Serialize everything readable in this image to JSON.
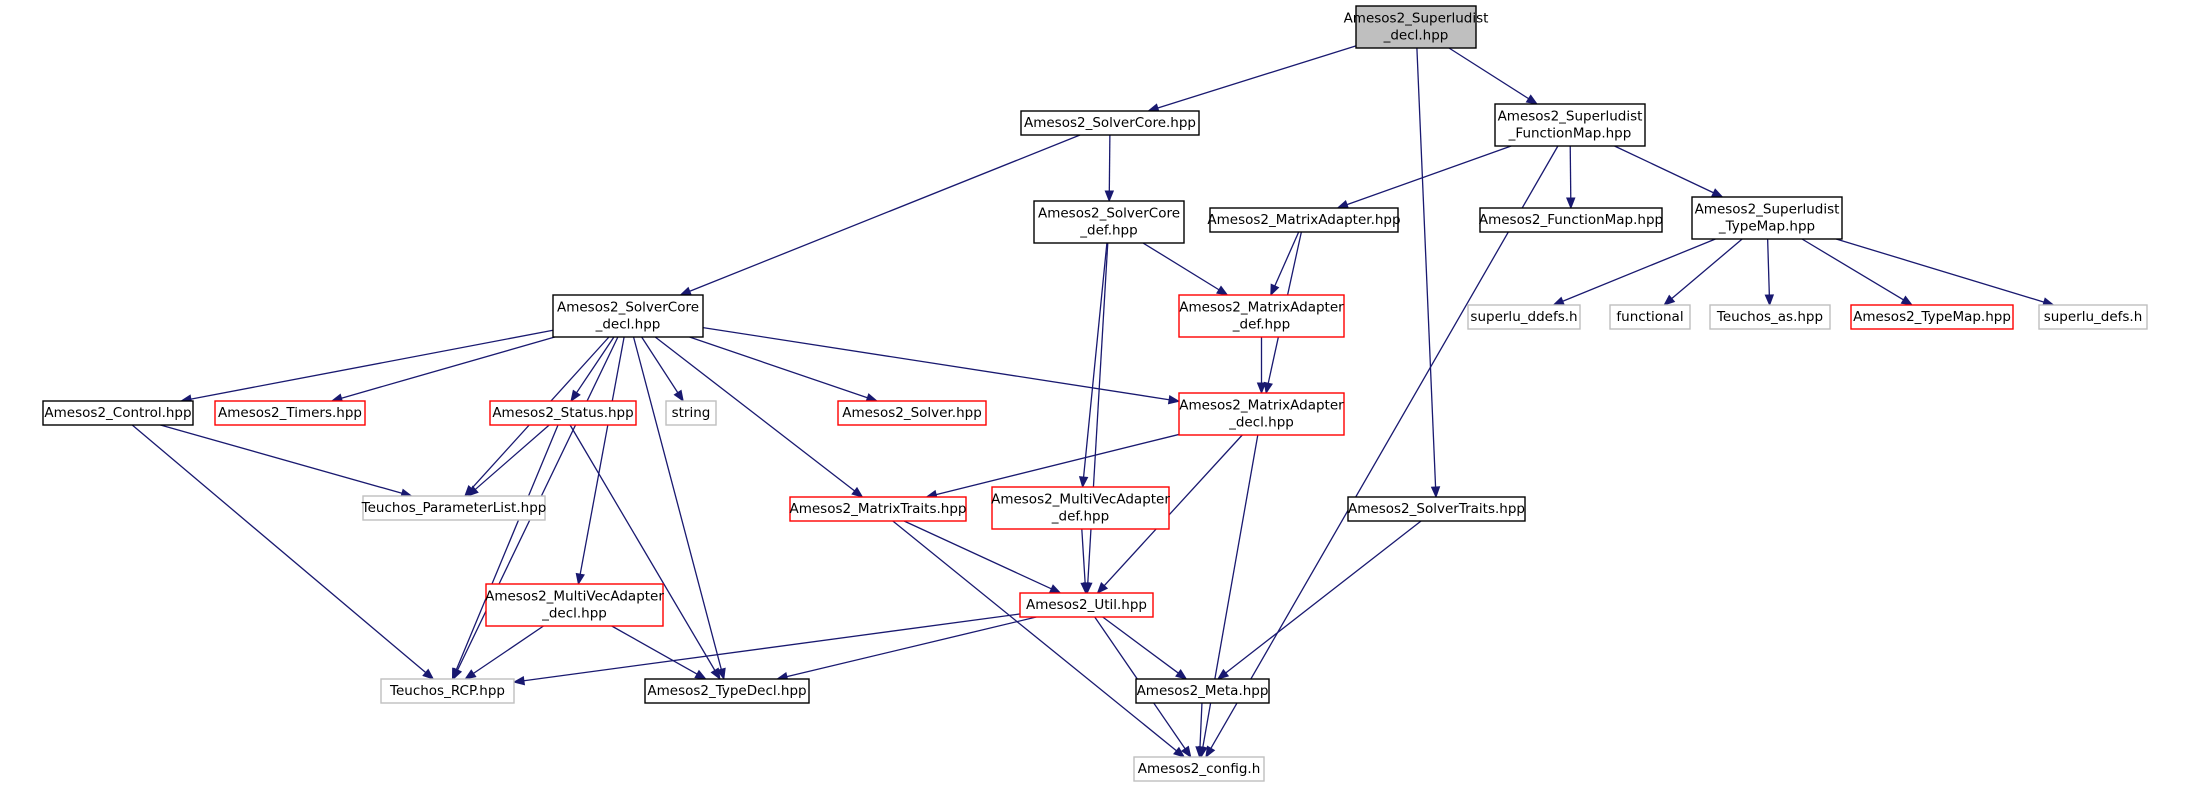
{
  "colors": {
    "edge": "#191970",
    "root_fill": "#bfbfbf",
    "doc_border": "#000000",
    "undoc_border": "#ff0000",
    "external_border": "#bfbfbf",
    "node_fill": "#ffffff"
  },
  "nodes": {
    "superludist_decl": {
      "lines": [
        "Amesos2_Superludist",
        "_decl.hpp"
      ],
      "kind": "root"
    },
    "solvercore": {
      "lines": [
        "Amesos2_SolverCore.hpp"
      ],
      "kind": "doc"
    },
    "superludist_functionmap": {
      "lines": [
        "Amesos2_Superludist",
        "_FunctionMap.hpp"
      ],
      "kind": "doc"
    },
    "solvercore_def": {
      "lines": [
        "Amesos2_SolverCore",
        "_def.hpp"
      ],
      "kind": "doc"
    },
    "matrixadapter": {
      "lines": [
        "Amesos2_MatrixAdapter.hpp"
      ],
      "kind": "doc"
    },
    "functionmap": {
      "lines": [
        "Amesos2_FunctionMap.hpp"
      ],
      "kind": "doc"
    },
    "superludist_typemap": {
      "lines": [
        "Amesos2_Superludist",
        "_TypeMap.hpp"
      ],
      "kind": "doc"
    },
    "solvercore_decl": {
      "lines": [
        "Amesos2_SolverCore",
        "_decl.hpp"
      ],
      "kind": "doc"
    },
    "matrixadapter_def": {
      "lines": [
        "Amesos2_MatrixAdapter",
        "_def.hpp"
      ],
      "kind": "undoc"
    },
    "superlu_ddefs": {
      "lines": [
        "superlu_ddefs.h"
      ],
      "kind": "external"
    },
    "functional": {
      "lines": [
        "functional"
      ],
      "kind": "external"
    },
    "teuchos_as": {
      "lines": [
        "Teuchos_as.hpp"
      ],
      "kind": "external"
    },
    "typemap": {
      "lines": [
        "Amesos2_TypeMap.hpp"
      ],
      "kind": "undoc"
    },
    "superlu_defs": {
      "lines": [
        "superlu_defs.h"
      ],
      "kind": "external"
    },
    "control": {
      "lines": [
        "Amesos2_Control.hpp"
      ],
      "kind": "doc"
    },
    "timers": {
      "lines": [
        "Amesos2_Timers.hpp"
      ],
      "kind": "undoc"
    },
    "status": {
      "lines": [
        "Amesos2_Status.hpp"
      ],
      "kind": "undoc"
    },
    "string": {
      "lines": [
        "string"
      ],
      "kind": "external"
    },
    "solver": {
      "lines": [
        "Amesos2_Solver.hpp"
      ],
      "kind": "undoc"
    },
    "matrixadapter_decl": {
      "lines": [
        "Amesos2_MatrixAdapter",
        "_decl.hpp"
      ],
      "kind": "undoc"
    },
    "parameterlist": {
      "lines": [
        "Teuchos_ParameterList.hpp"
      ],
      "kind": "external"
    },
    "matrixtraits": {
      "lines": [
        "Amesos2_MatrixTraits.hpp"
      ],
      "kind": "undoc"
    },
    "multivecadapter_def": {
      "lines": [
        "Amesos2_MultiVecAdapter",
        "_def.hpp"
      ],
      "kind": "undoc"
    },
    "solvertraits": {
      "lines": [
        "Amesos2_SolverTraits.hpp"
      ],
      "kind": "doc"
    },
    "multivecadapter_decl": {
      "lines": [
        "Amesos2_MultiVecAdapter",
        "_decl.hpp"
      ],
      "kind": "undoc"
    },
    "util": {
      "lines": [
        "Amesos2_Util.hpp"
      ],
      "kind": "undoc"
    },
    "teuchos_rcp": {
      "lines": [
        "Teuchos_RCP.hpp"
      ],
      "kind": "external"
    },
    "typedecl": {
      "lines": [
        "Amesos2_TypeDecl.hpp"
      ],
      "kind": "doc"
    },
    "meta": {
      "lines": [
        "Amesos2_Meta.hpp"
      ],
      "kind": "doc"
    },
    "config": {
      "lines": [
        "Amesos2_config.h"
      ],
      "kind": "external"
    }
  },
  "edges": [
    [
      "superludist_decl",
      "solvercore"
    ],
    [
      "superludist_decl",
      "superludist_functionmap"
    ],
    [
      "superludist_decl",
      "solvertraits"
    ],
    [
      "solvercore",
      "solvercore_decl"
    ],
    [
      "solvercore",
      "solvercore_def"
    ],
    [
      "superludist_functionmap",
      "matrixadapter"
    ],
    [
      "superludist_functionmap",
      "functionmap"
    ],
    [
      "superludist_functionmap",
      "superludist_typemap"
    ],
    [
      "superludist_functionmap",
      "config"
    ],
    [
      "solvercore_def",
      "matrixadapter_def"
    ],
    [
      "solvercore_def",
      "multivecadapter_def"
    ],
    [
      "solvercore_def",
      "util"
    ],
    [
      "matrixadapter",
      "matrixadapter_def"
    ],
    [
      "matrixadapter",
      "matrixadapter_decl"
    ],
    [
      "superludist_typemap",
      "superlu_ddefs"
    ],
    [
      "superludist_typemap",
      "functional"
    ],
    [
      "superludist_typemap",
      "teuchos_as"
    ],
    [
      "superludist_typemap",
      "typemap"
    ],
    [
      "superludist_typemap",
      "superlu_defs"
    ],
    [
      "matrixadapter_def",
      "matrixadapter_decl"
    ],
    [
      "solvercore_decl",
      "control"
    ],
    [
      "solvercore_decl",
      "timers"
    ],
    [
      "solvercore_decl",
      "status"
    ],
    [
      "solvercore_decl",
      "string"
    ],
    [
      "solvercore_decl",
      "solver"
    ],
    [
      "solvercore_decl",
      "matrixadapter_decl"
    ],
    [
      "solvercore_decl",
      "parameterlist"
    ],
    [
      "solvercore_decl",
      "matrixtraits"
    ],
    [
      "solvercore_decl",
      "multivecadapter_decl"
    ],
    [
      "solvercore_decl",
      "teuchos_rcp"
    ],
    [
      "solvercore_decl",
      "typedecl"
    ],
    [
      "control",
      "parameterlist"
    ],
    [
      "control",
      "teuchos_rcp"
    ],
    [
      "status",
      "parameterlist"
    ],
    [
      "status",
      "teuchos_rcp"
    ],
    [
      "status",
      "typedecl"
    ],
    [
      "matrixadapter_decl",
      "matrixtraits"
    ],
    [
      "matrixadapter_decl",
      "util"
    ],
    [
      "matrixadapter_decl",
      "config"
    ],
    [
      "matrixtraits",
      "util"
    ],
    [
      "matrixtraits",
      "config"
    ],
    [
      "multivecadapter_def",
      "util"
    ],
    [
      "solvertraits",
      "meta"
    ],
    [
      "multivecadapter_decl",
      "teuchos_rcp"
    ],
    [
      "multivecadapter_decl",
      "typedecl"
    ],
    [
      "util",
      "teuchos_rcp"
    ],
    [
      "util",
      "typedecl"
    ],
    [
      "util",
      "meta"
    ],
    [
      "util",
      "config"
    ],
    [
      "meta",
      "config"
    ]
  ]
}
